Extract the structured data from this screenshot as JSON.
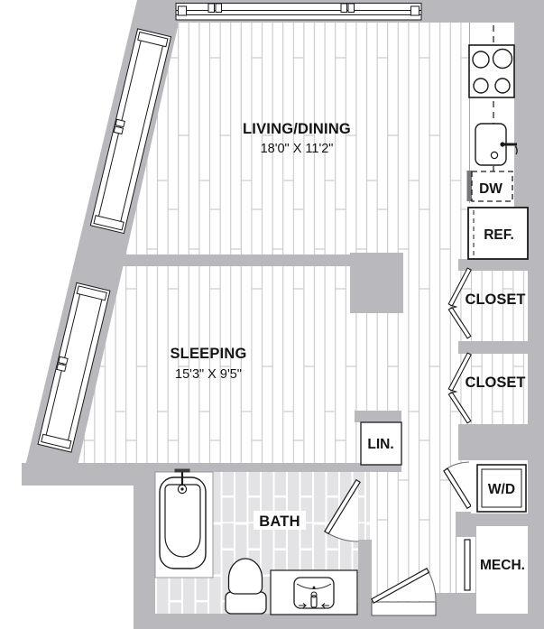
{
  "plan": {
    "type": "apartment-floor-plan",
    "colors": {
      "wall": "#b9b9bd",
      "plank_line": "#c7c7c9",
      "tile_fill": "#e3e3e6",
      "outline": "#1a1a1a",
      "dw_bar": "#77777b"
    },
    "rooms": {
      "living": {
        "label": "LIVING/DINING",
        "dims": "18'0\" X 11'2\""
      },
      "sleeping": {
        "label": "SLEEPING",
        "dims": "15'3\" X 9'5\""
      },
      "bath": {
        "label": "BATH"
      },
      "closet_upper": {
        "label": "CLOSET"
      },
      "closet_lower": {
        "label": "CLOSET"
      },
      "linen": {
        "label": "LIN."
      },
      "mechanical": {
        "label": "MECH."
      }
    },
    "appliances": {
      "dishwasher": {
        "label": "DW"
      },
      "refrigerator": {
        "label": "REF."
      },
      "washer_dryer": {
        "label": "W/D"
      }
    },
    "fixtures": [
      "stove-4-burner",
      "kitchen-sink",
      "bathtub",
      "shower-head",
      "toilet",
      "vanity-sink",
      "bifold-closet-doors",
      "swing-doors",
      "windows"
    ]
  }
}
